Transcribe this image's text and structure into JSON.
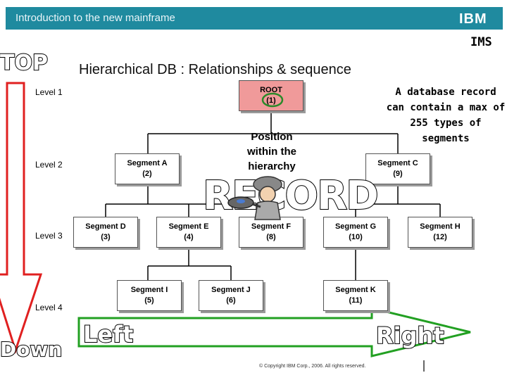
{
  "header": {
    "title": "Introduction to the new mainframe",
    "logo": "IBM",
    "section": "IMS",
    "accent_color": "#1f8a9f"
  },
  "slide": {
    "title": "Hierarchical DB : Relationships & sequence",
    "note": "A database record can contain a max of 255 types of segments",
    "position_label": "Position within the hierarchy",
    "record_word": "RECORD",
    "copyright": "© Copyright IBM Corp., 2006. All rights reserved."
  },
  "levels": [
    "Level 1",
    "Level 2",
    "Level 3",
    "Level 4"
  ],
  "segments": {
    "root": {
      "name": "ROOT",
      "seq": "(1)"
    },
    "a": {
      "name": "Segment A",
      "seq": "(2)"
    },
    "c": {
      "name": "Segment C",
      "seq": "(9)"
    },
    "d": {
      "name": "Segment D",
      "seq": "(3)"
    },
    "e": {
      "name": "Segment E",
      "seq": "(4)"
    },
    "f": {
      "name": "Segment F",
      "seq": "(8)"
    },
    "g": {
      "name": "Segment G",
      "seq": "(10)"
    },
    "h": {
      "name": "Segment H",
      "seq": "(12)"
    },
    "i": {
      "name": "Segment I",
      "seq": "(5)"
    },
    "j": {
      "name": "Segment J",
      "seq": "(6)"
    },
    "k": {
      "name": "Segment K",
      "seq": "(11)"
    }
  },
  "arrows": {
    "top": "TOP",
    "down": "Down",
    "left": "Left",
    "right": "Right",
    "vertical_color": "#e02020",
    "horizontal_color": "#22a022"
  }
}
